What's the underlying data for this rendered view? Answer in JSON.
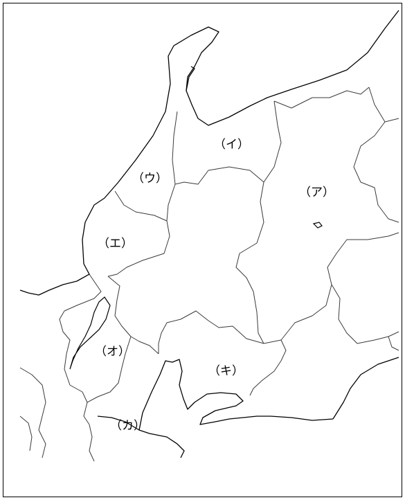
{
  "map": {
    "labels": {
      "a": "（ア）",
      "i": "（イ）",
      "u": "（ウ）",
      "e": "（エ）",
      "o": "（オ）",
      "ka": "（カ）",
      "ki": "（キ）"
    },
    "colors": {
      "line": "#000000",
      "background": "#ffffff"
    }
  }
}
